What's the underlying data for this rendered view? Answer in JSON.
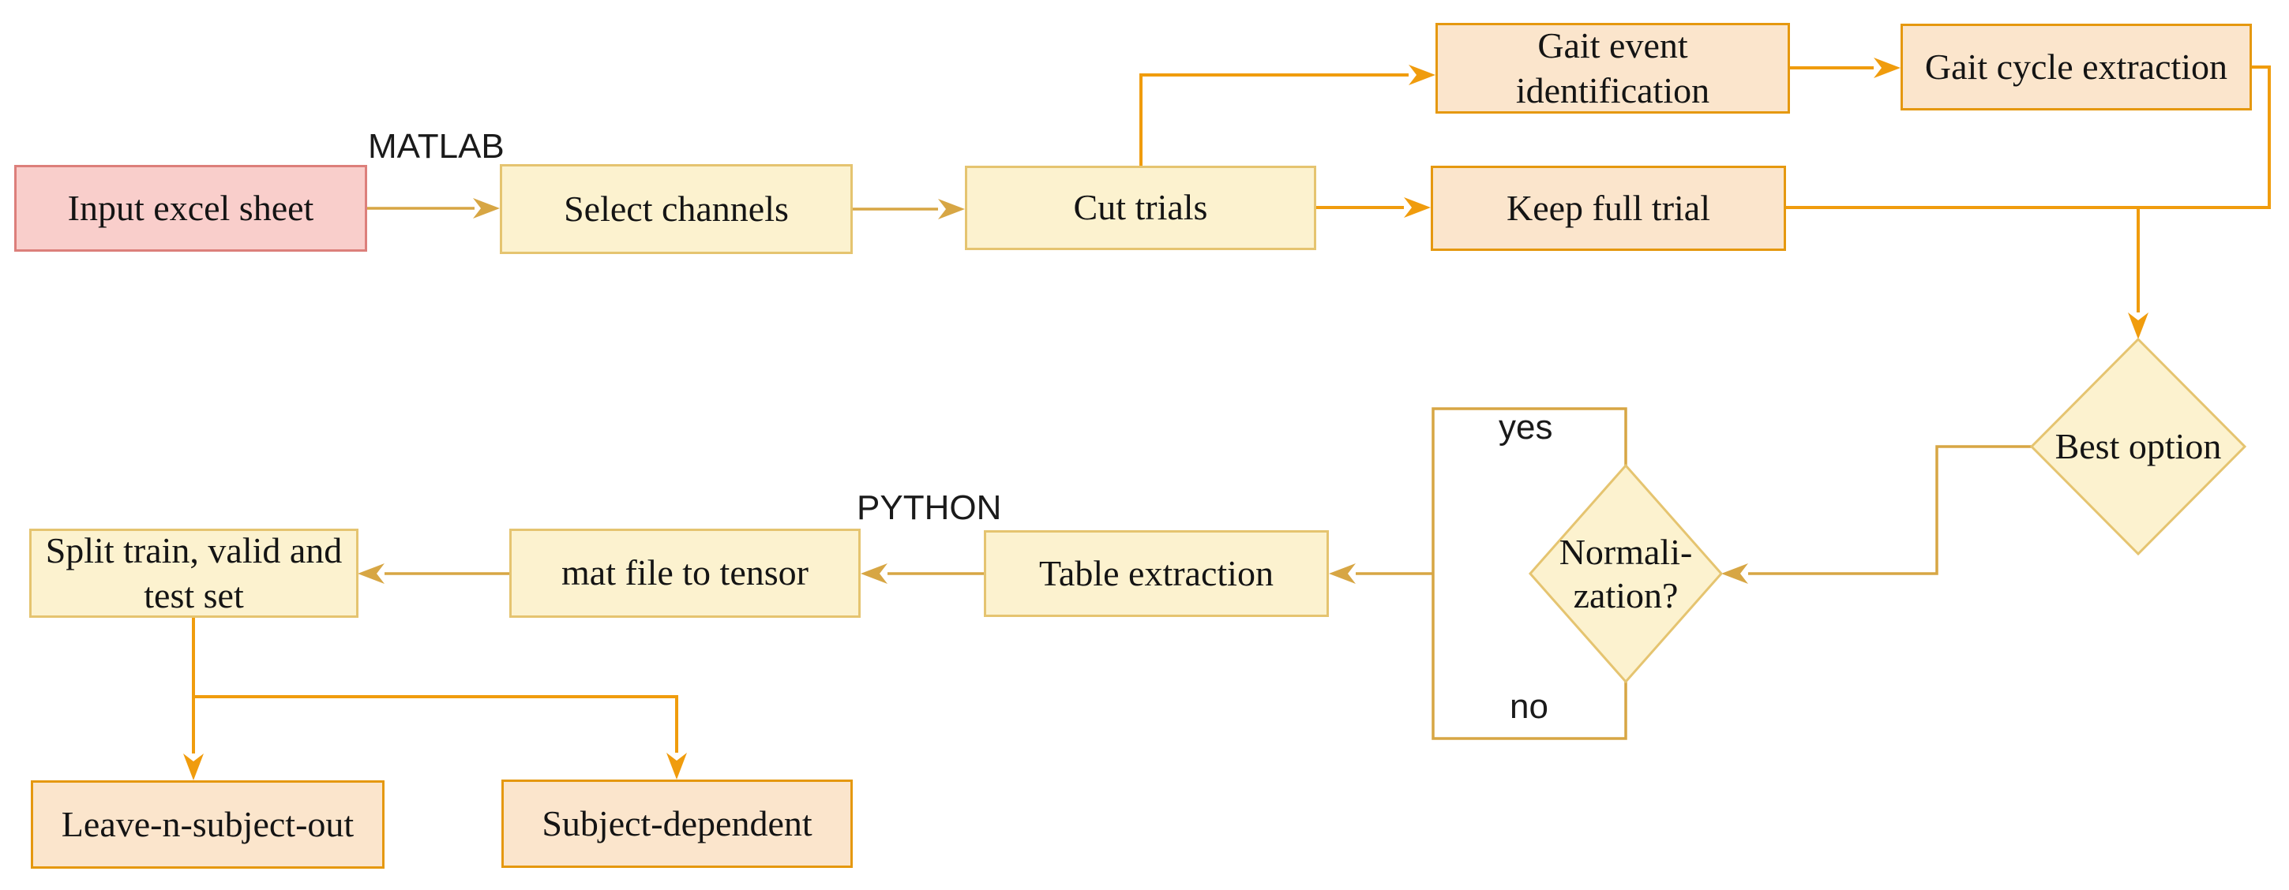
{
  "diagram": {
    "title": "EMG data processing pipeline flowchart",
    "labels": {
      "matlab": "MATLAB",
      "python": "PYTHON",
      "yes": "yes",
      "no": "no"
    },
    "nodes": {
      "input_excel": "Input excel sheet",
      "select_channels": "Select channels",
      "cut_trials": "Cut trials",
      "gait_event": "Gait event\nidentification",
      "gait_cycle": "Gait cycle extraction",
      "keep_full": "Keep full trial",
      "best_option": "Best option",
      "normalization": "Normali-\nzation?",
      "table_extraction": "Table extraction",
      "mat_to_tensor": "mat file to tensor",
      "split_sets": "Split train, valid and\ntest set",
      "leave_n": "Leave-n-subject-out",
      "subject_dep": "Subject-dependent"
    },
    "edges": [
      {
        "from": "input_excel",
        "to": "select_channels",
        "label": "MATLAB"
      },
      {
        "from": "select_channels",
        "to": "cut_trials",
        "label": ""
      },
      {
        "from": "cut_trials",
        "to": "gait_event",
        "label": ""
      },
      {
        "from": "cut_trials",
        "to": "keep_full",
        "label": ""
      },
      {
        "from": "gait_event",
        "to": "gait_cycle",
        "label": ""
      },
      {
        "from": "gait_cycle",
        "to": "best_option",
        "label": ""
      },
      {
        "from": "keep_full",
        "to": "best_option",
        "label": ""
      },
      {
        "from": "best_option",
        "to": "normalization",
        "label": ""
      },
      {
        "from": "normalization",
        "to": "table_extraction",
        "label": "yes"
      },
      {
        "from": "normalization",
        "to": "table_extraction",
        "label": "no"
      },
      {
        "from": "table_extraction",
        "to": "mat_to_tensor",
        "label": "PYTHON"
      },
      {
        "from": "mat_to_tensor",
        "to": "split_sets",
        "label": ""
      },
      {
        "from": "split_sets",
        "to": "leave_n",
        "label": ""
      },
      {
        "from": "split_sets",
        "to": "subject_dep",
        "label": ""
      }
    ],
    "colors": {
      "pink_fill": "#F9CECB",
      "pink_stroke": "#DC7F7B",
      "yellow_fill": "#FCF2CF",
      "yellow_stroke": "#E5C470",
      "peach_fill": "#FBE5CC",
      "peach_stroke": "#E5980F",
      "gold_line": "#D7A644",
      "orange_line": "#F09C0D",
      "text": "#141414"
    }
  }
}
